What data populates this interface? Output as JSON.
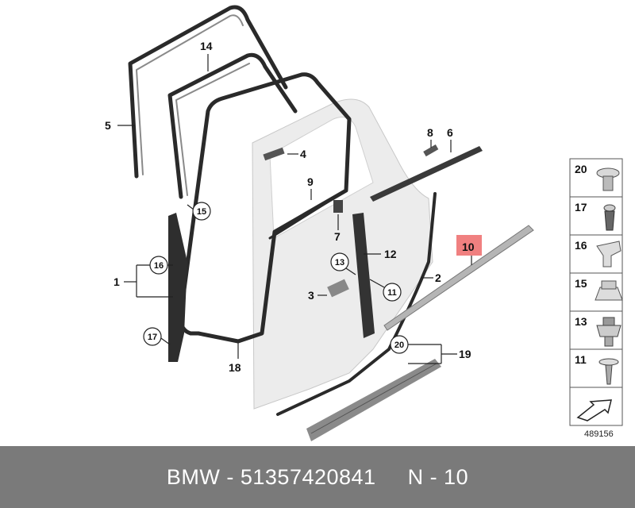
{
  "diagram": {
    "callouts": [
      {
        "id": "c1",
        "text": "1"
      },
      {
        "id": "c2",
        "text": "2"
      },
      {
        "id": "c3",
        "text": "3"
      },
      {
        "id": "c4",
        "text": "4"
      },
      {
        "id": "c5",
        "text": "5"
      },
      {
        "id": "c6",
        "text": "6"
      },
      {
        "id": "c7",
        "text": "7"
      },
      {
        "id": "c8",
        "text": "8"
      },
      {
        "id": "c9",
        "text": "9"
      },
      {
        "id": "c10",
        "text": "10"
      },
      {
        "id": "c12",
        "text": "12"
      },
      {
        "id": "c14",
        "text": "14"
      },
      {
        "id": "c18",
        "text": "18"
      },
      {
        "id": "c19",
        "text": "19"
      }
    ],
    "circled": [
      {
        "id": "k16",
        "text": "16"
      },
      {
        "id": "k17",
        "text": "17"
      },
      {
        "id": "k15",
        "text": "15"
      },
      {
        "id": "k13",
        "text": "13"
      },
      {
        "id": "k11",
        "text": "11"
      },
      {
        "id": "k20",
        "text": "20"
      }
    ],
    "highlighted_part": "10",
    "highlight_color": "#f08080"
  },
  "parts_panel": [
    {
      "number": "20",
      "icon": "push-rivet-icon"
    },
    {
      "number": "17",
      "icon": "expanding-clip-icon"
    },
    {
      "number": "16",
      "icon": "clip-tab-icon"
    },
    {
      "number": "15",
      "icon": "clip-nut-icon"
    },
    {
      "number": "13",
      "icon": "spring-clip-icon"
    },
    {
      "number": "11",
      "icon": "screw-icon"
    }
  ],
  "drawing_number": "489156",
  "footer": {
    "brand": "BMW - 51357420841",
    "position": "N - 10"
  }
}
